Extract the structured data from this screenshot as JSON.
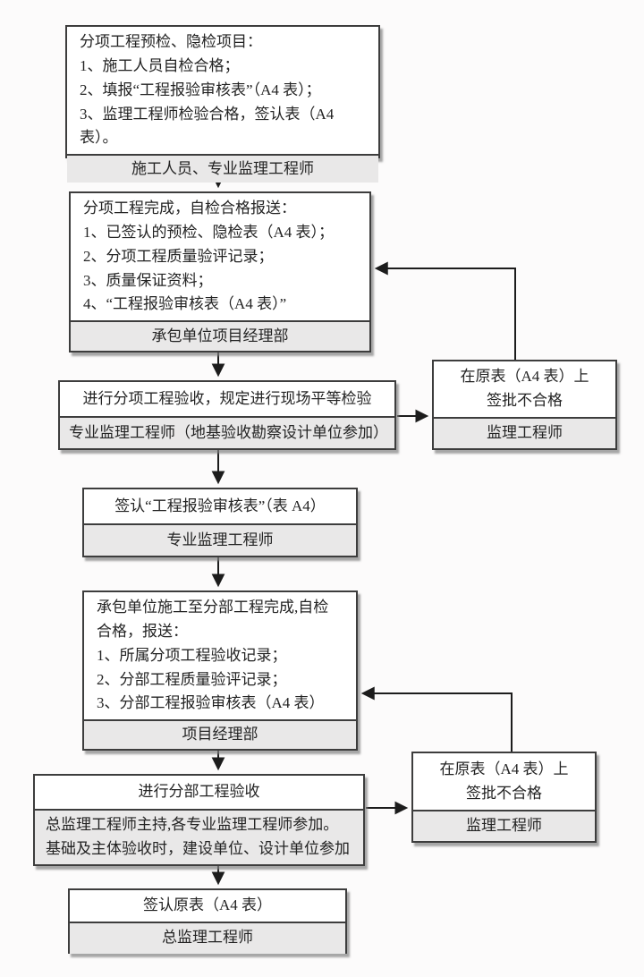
{
  "colors": {
    "box_border": "#3d3d3d",
    "footer_bg": "#e9e8e8",
    "box_bg": "#ffffff",
    "page_bg": "#fcfbfb",
    "connector": "#1c1c1c"
  },
  "steps": [
    {
      "name": "subitem-pre-inspection",
      "lines": [
        "分项工程预检、隐检项目：",
        "1、施工人员自检合格；",
        "2、填报“工程报验审核表”（A4 表）；",
        "3、监理工程师检验合格，签认表（A4 表）。"
      ],
      "actor": "施工人员、专业监理工程师"
    },
    {
      "name": "subitem-complete-report",
      "lines": [
        "分项工程完成，自检合格报送：",
        "1、已签认的预检、隐检表（A4 表）；",
        "2、分项工程质量验评记录；",
        "3、质量保证资料；",
        "4、“工程报验审核表（A4 表）”"
      ],
      "actor": "承包单位项目经理部"
    },
    {
      "name": "subitem-acceptance",
      "lines": [
        "进行分项工程验收，规定进行现场平等检验"
      ],
      "actor": "专业监理工程师（地基验收勘察设计单位参加）"
    },
    {
      "name": "sign-review-form",
      "lines": [
        "签认“工程报验审核表”（表 A4）"
      ],
      "actor": "专业监理工程师"
    },
    {
      "name": "subdivision-complete-report",
      "lines": [
        "承包单位施工至分部工程完成,自检合格，报送：",
        "1、所属分项工程验收记录；",
        "2、分部工程质量验评记录；",
        "3、分部工程报验审核表（A4 表）"
      ],
      "actor": "项目经理部"
    },
    {
      "name": "subdivision-acceptance",
      "lines": [
        "进行分部工程验收"
      ],
      "actor": "总监理工程师主持,各专业监理工程师参加。基础及主体验收时，建设单位、设计单位参加"
    },
    {
      "name": "sign-original-form",
      "lines": [
        "签认原表（A4 表）"
      ],
      "actor": "总监理工程师"
    }
  ],
  "rejects": [
    {
      "name": "reject-subitem",
      "lines": [
        "在原表（A4 表）上",
        "签批不合格"
      ],
      "actor": "监理工程师"
    },
    {
      "name": "reject-subdivision",
      "lines": [
        "在原表（A4 表）上",
        "签批不合格"
      ],
      "actor": "监理工程师"
    }
  ]
}
